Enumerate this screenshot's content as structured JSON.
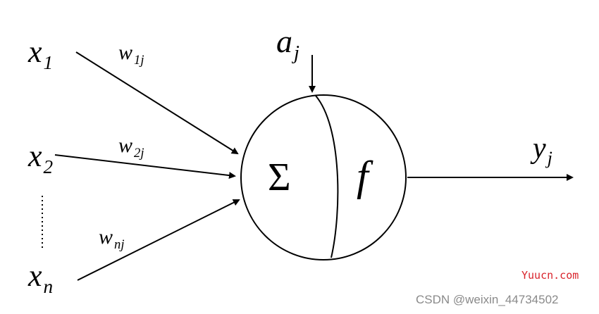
{
  "inputs": [
    {
      "symbol": "x",
      "index": "1"
    },
    {
      "symbol": "x",
      "index": "2"
    },
    {
      "symbol": "x",
      "index": "n"
    }
  ],
  "weights": [
    {
      "symbol": "w",
      "index": "1j"
    },
    {
      "symbol": "w",
      "index": "2j"
    },
    {
      "symbol": "w",
      "index": "nj"
    }
  ],
  "bias": {
    "symbol": "a",
    "index": "j"
  },
  "output": {
    "symbol": "y",
    "index": "j"
  },
  "neuron": {
    "sum_symbol": "Σ",
    "function_symbol": "f"
  },
  "watermarks": {
    "site": "Yuucn.com",
    "site_color": "#d9232b",
    "source": "CSDN @weixin_44734502",
    "source_color": "#8a8a8a"
  },
  "colors": {
    "ink": "#000000",
    "background": "#ffffff"
  }
}
